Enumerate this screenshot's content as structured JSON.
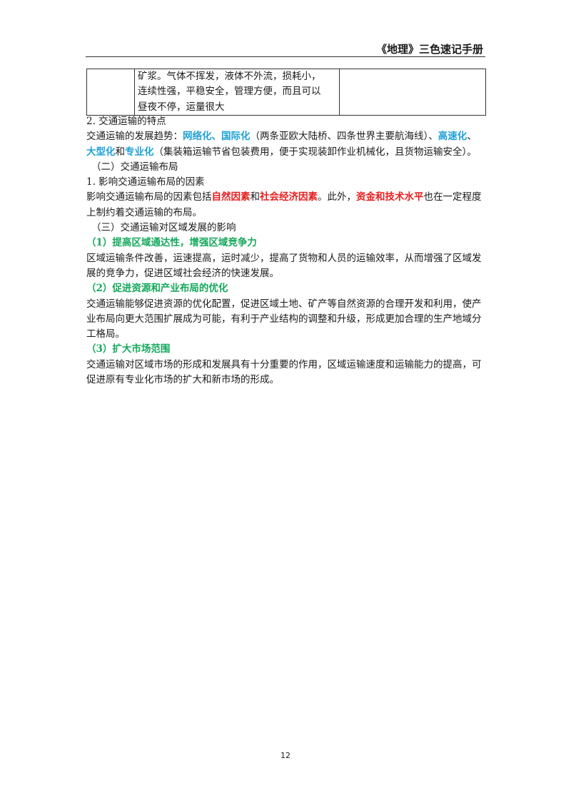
{
  "header": {
    "title": "《地理》三色速记手册"
  },
  "table": {
    "row_text": [
      "矿浆。气体不挥发，液体不外流，损耗小，",
      "连续性强，平稳安全，管理方便，而且可以",
      "昼夜不停，运量很大"
    ]
  },
  "section_traffic_features": {
    "heading": "2. 交通运输的特点",
    "prefix": "交通运输的发展趋势：",
    "t1": "网络化",
    "s1": "、",
    "t2": "国际化",
    "note1": "（两条亚欧大陆桥、四条世界主要航海线）",
    "s2": "、",
    "t3": "高速化",
    "s3": "、",
    "t4": "大型化",
    "s4": "和",
    "t5": "专业化",
    "note2": "（集装箱运输节省包装费用，便于实现装卸作业机械化，且货物运输安全）。"
  },
  "section_layout": {
    "heading": "（二）交通运输布局",
    "sub_heading": "1. 影响交通运输布局的因素",
    "prefix": "影响交通运输布局的因素包括",
    "f1": "自然因素",
    "and": "和",
    "f2": "社会经济因素",
    "mid": "。此外，",
    "f3": "资金和技术水平",
    "suffix": "也在一定程度上制约着交通运输的布局。"
  },
  "section_impact": {
    "heading": "（三）交通运输对区域发展的影响",
    "items": [
      {
        "title": "（1）提高区域通达性，增强区域竞争力",
        "text": "区域运输条件改善，运速提高，运时减少，提高了货物和人员的运输效率，从而增强了区域发展的竞争力，促进区域社会经济的快速发展。"
      },
      {
        "title": "（2）促进资源和产业布局的优化",
        "text": "交通运输能够促进资源的优化配置，促进区域土地、矿产等自然资源的合理开发和利用，使产业布局向更大范围扩展成为可能，有利于产业结构的调整和升级，形成更加合理的生产地域分工格局。"
      },
      {
        "title": "（3）扩大市场范围",
        "text": "交通运输对区域市场的形成和发展具有十分重要的作用，区域运输速度和运输能力的提高，可促进原有专业化市场的扩大和新市场的形成。"
      }
    ]
  },
  "footer": {
    "page_number": "12"
  },
  "colors": {
    "blue": "#1ea0d8",
    "red": "#e81e1e",
    "green": "#13a85a"
  }
}
